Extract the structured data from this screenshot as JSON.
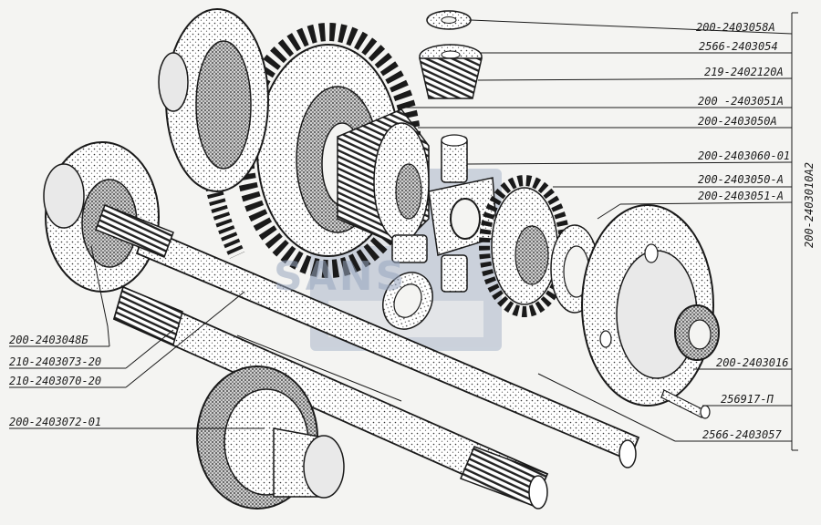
{
  "callouts": [
    {
      "id": "c1",
      "text": "200-2403058А"
    },
    {
      "id": "c2",
      "text": "2566-2403054"
    },
    {
      "id": "c3",
      "text": "219-2402120А"
    },
    {
      "id": "c4",
      "text": "200 -2403051А"
    },
    {
      "id": "c5",
      "text": "200-2403050А"
    },
    {
      "id": "c6",
      "text": "200-2403060-01"
    },
    {
      "id": "c7",
      "text": "200-2403050-А"
    },
    {
      "id": "c8",
      "text": "200-2403051-А"
    },
    {
      "id": "c9",
      "text": "200-2403016"
    },
    {
      "id": "c10",
      "text": "256917-П"
    },
    {
      "id": "c11",
      "text": "2566-2403057"
    },
    {
      "id": "c12",
      "text": "200-2403048Б"
    },
    {
      "id": "c13",
      "text": "210-2403073-20"
    },
    {
      "id": "c14",
      "text": "210-2403070-20"
    },
    {
      "id": "c15",
      "text": "200-2403072-01"
    }
  ],
  "assembly_number": "200-2403010А2",
  "watermark": "SANS",
  "colors": {
    "ink": "#1a1a1a",
    "paper": "#f4f4f2",
    "watermark": "#98a6bf"
  }
}
